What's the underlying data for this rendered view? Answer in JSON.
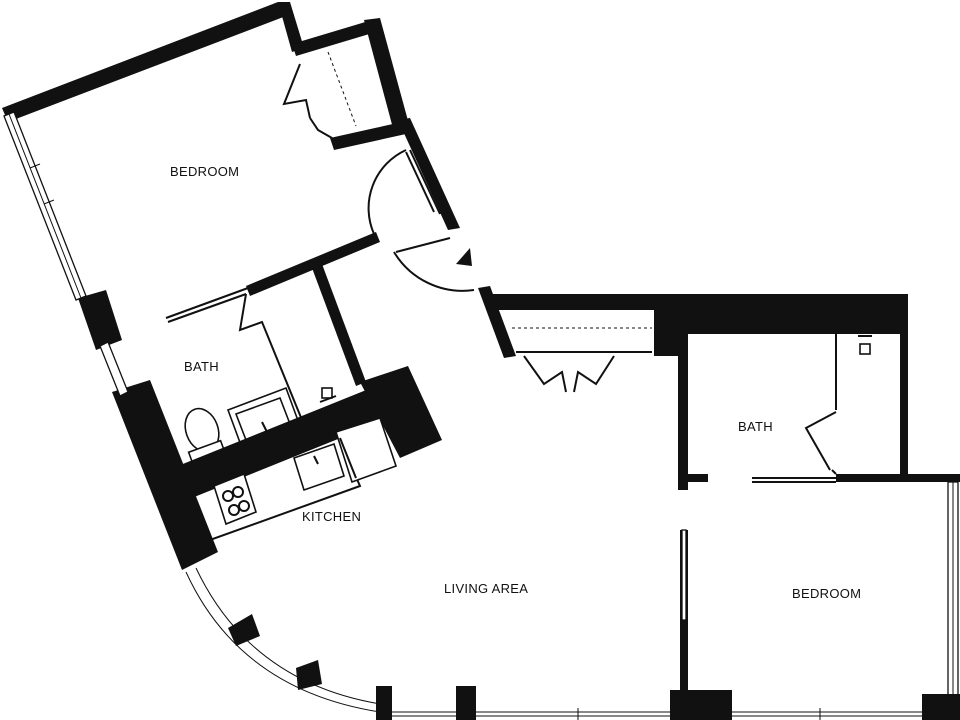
{
  "rooms": {
    "bedroom_1": "BEDROOM",
    "bath_1": "BATH",
    "kitchen": "KITCHEN",
    "living_area": "LIVING AREA",
    "bath_2": "BATH",
    "bedroom_2": "BEDROOM"
  },
  "colors": {
    "wall": "#111111",
    "background": "#ffffff"
  },
  "icons": [
    "entry-arrow-icon",
    "toilet-icon",
    "sink-icon",
    "cooktop-icon",
    "faucet-icon"
  ]
}
